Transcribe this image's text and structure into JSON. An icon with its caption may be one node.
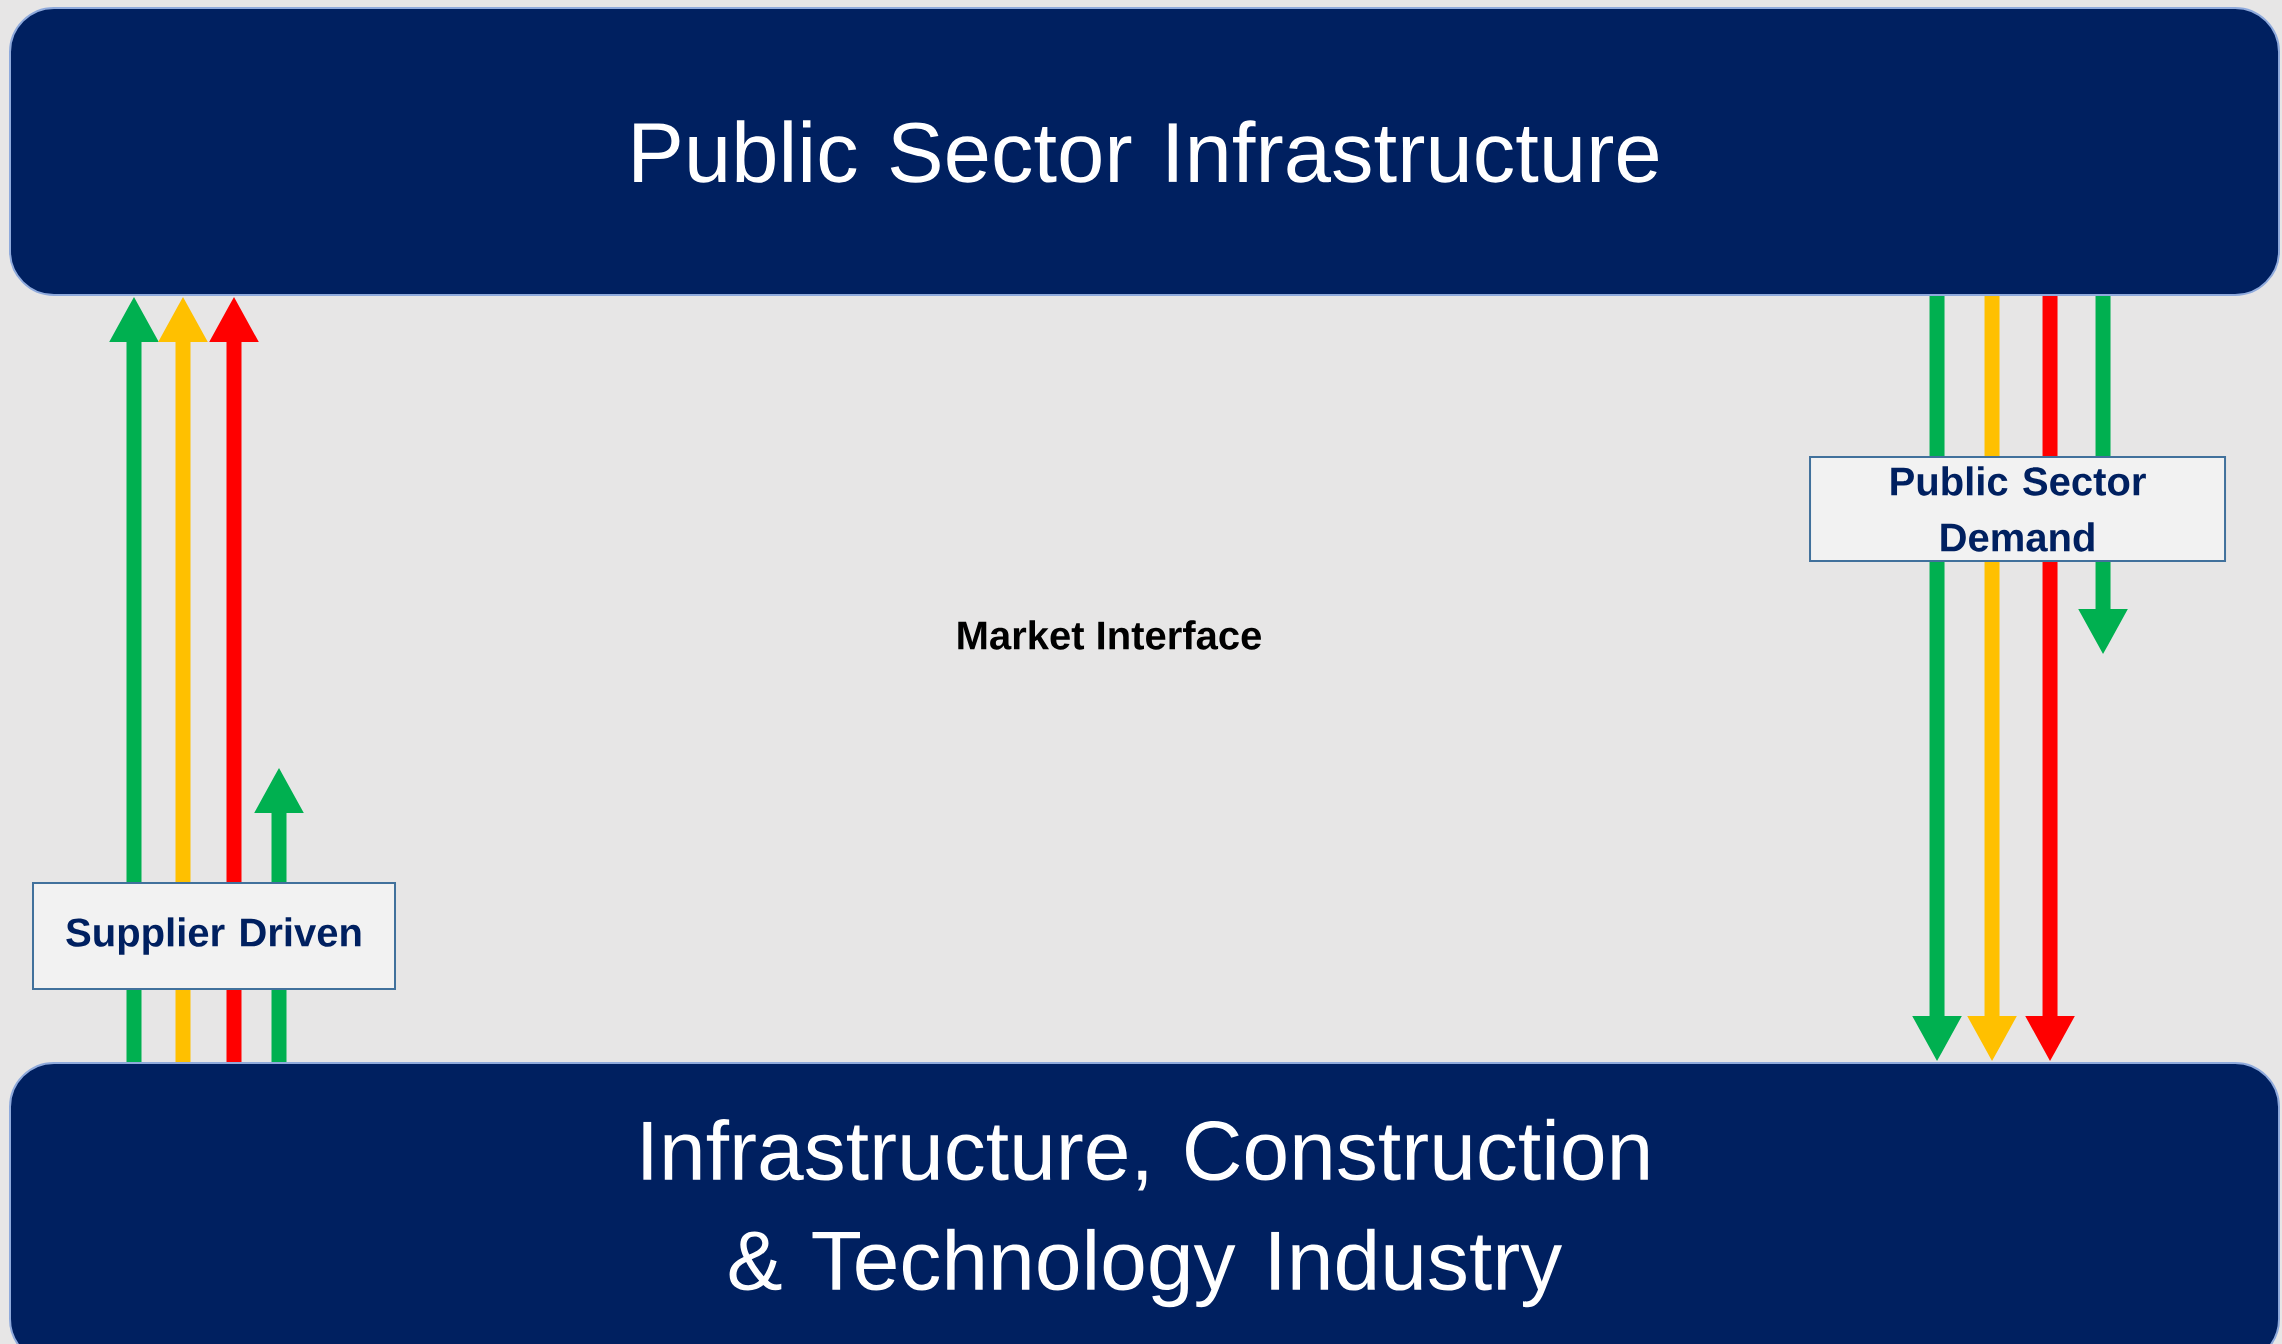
{
  "diagram": {
    "nodes": [
      {
        "text": [
          "Public Sector Infrastructure"
        ]
      },
      {
        "text": [
          "Infrastructure, Construction & Technology Industry"
        ]
      },
      {
        "text": [
          "Supplier Driven"
        ]
      },
      {
        "text": [
          "Public Sector Demand"
        ]
      }
    ],
    "edges": [
      {
        "from": 1,
        "to": 2,
        "arrow": "none"
      },
      {
        "from": 1,
        "to": 2,
        "arrow": "none",
        "color": "#ffc000"
      },
      {
        "from": 1,
        "to": 2,
        "arrow": "none",
        "color": "#ff0000"
      },
      {
        "from": 1,
        "to": 2,
        "arrow": "none"
      },
      {
        "from": 2,
        "to": 0,
        "arrow": "to"
      },
      {
        "from": 2,
        "to": 0,
        "arrow": "to",
        "color": "#ffc000"
      },
      {
        "from": 2,
        "to": 0,
        "arrow": "to",
        "color": "#ff0000"
      },
      {
        "from": 2,
        "to": null,
        "arrow": "to"
      },
      {
        "from": 0,
        "to": 3,
        "arrow": "none"
      },
      {
        "from": 0,
        "to": 3,
        "arrow": "none",
        "color": "#ffc000"
      },
      {
        "from": 0,
        "to": 3,
        "arrow": "none",
        "color": "#ff0000"
      },
      {
        "from": 0,
        "to": 3,
        "arrow": "none"
      },
      {
        "from": 3,
        "to": 1,
        "arrow": "to"
      },
      {
        "from": 3,
        "to": 1,
        "arrow": "to",
        "color": "#ffc000"
      },
      {
        "from": 3,
        "to": 1,
        "arrow": "to",
        "color": "#ff0000"
      },
      {
        "from": 3,
        "to": null,
        "arrow": "to"
      }
    ],
    "labels": [
      "Market Interface"
    ]
  }
}
